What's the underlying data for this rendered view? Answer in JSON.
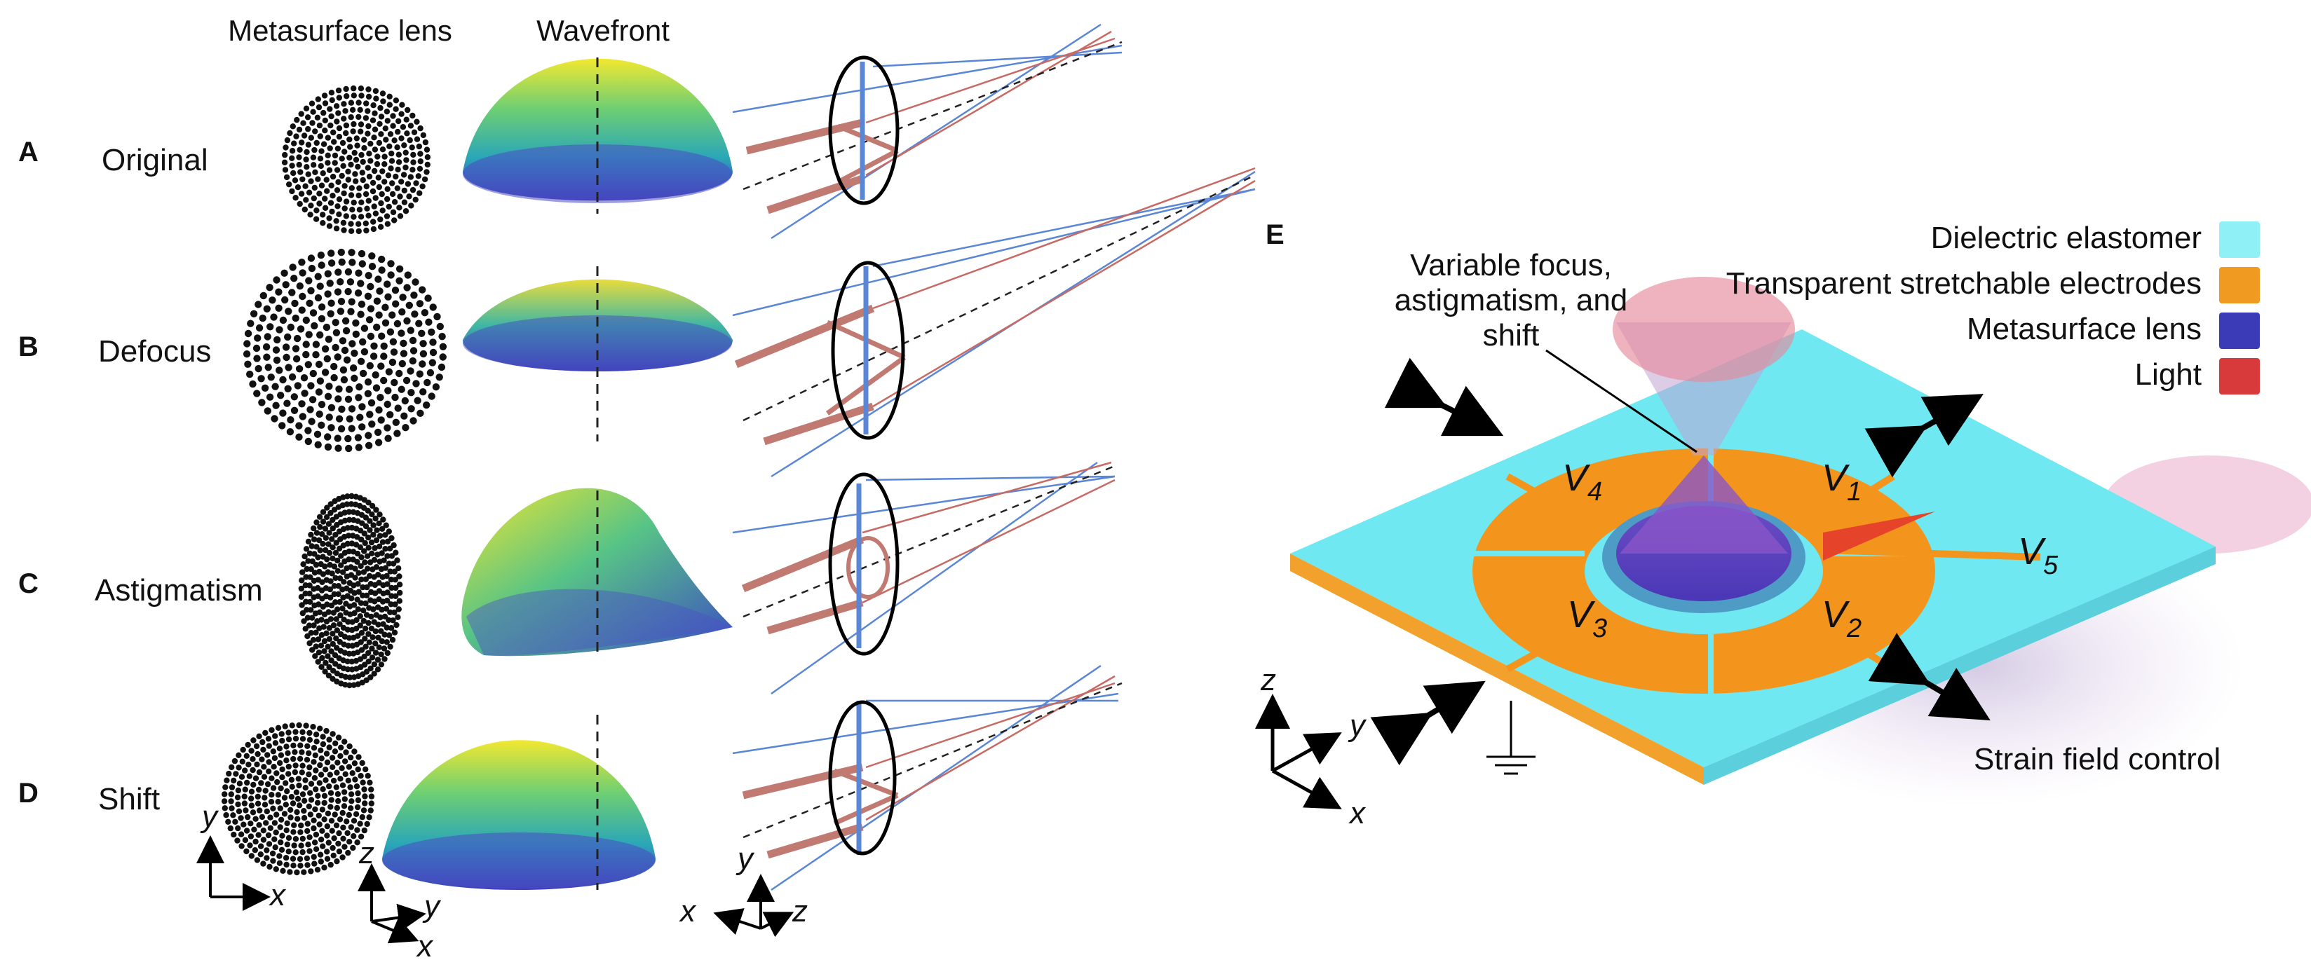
{
  "headers": {
    "metasurface": "Metasurface lens",
    "wavefront": "Wavefront"
  },
  "rows": [
    {
      "panel": "A",
      "label": "Original"
    },
    {
      "panel": "B",
      "label": "Defocus"
    },
    {
      "panel": "C",
      "label": "Astigmatism"
    },
    {
      "panel": "D",
      "label": "Shift"
    }
  ],
  "axes": {
    "x": "x",
    "y": "y",
    "z": "z"
  },
  "panel_e": {
    "letter": "E",
    "callout_lines": [
      "Variable focus,",
      "astigmatism, and",
      "shift"
    ],
    "voltages": {
      "v1": {
        "base": "V",
        "sub": "1"
      },
      "v2": {
        "base": "V",
        "sub": "2"
      },
      "v3": {
        "base": "V",
        "sub": "3"
      },
      "v4": {
        "base": "V",
        "sub": "4"
      },
      "v5": {
        "base": "V",
        "sub": "5"
      }
    },
    "strain_label": "Strain field control",
    "legend": [
      {
        "label": "Dielectric elastomer",
        "color": "#8ff0f6"
      },
      {
        "label": "Transparent stretchable electrodes",
        "color": "#f09a22"
      },
      {
        "label": "Metasurface lens",
        "color": "#3b3bb8"
      },
      {
        "label": "Light",
        "color": "#d8393a"
      }
    ]
  },
  "colors": {
    "ray_blue": "#5a86d6",
    "ray_red": "#c86a64",
    "beam": "#c17a72",
    "elastomer": "#6fe8f2",
    "electrode": "#f3941c"
  }
}
